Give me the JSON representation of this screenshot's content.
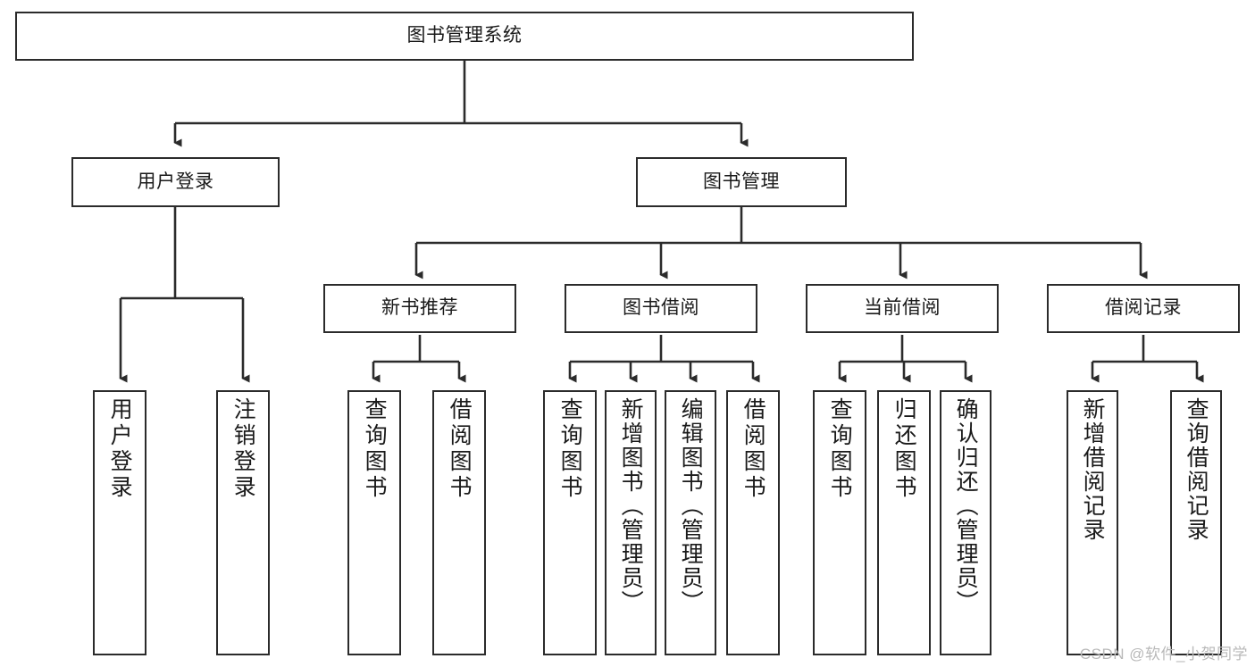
{
  "diagram": {
    "title": "图书管理系统",
    "type": "tree-hierarchy-diagram",
    "watermark": "CSDN @软件_小贺同学",
    "colors": {
      "border": "#2b2b2b",
      "background": "#ffffff",
      "text": "#1a1a1a",
      "watermark": "#b9b9b9"
    },
    "levels": {
      "level1": [
        "图书管理系统"
      ],
      "level2": [
        "用户登录",
        "图书管理"
      ],
      "level3": [
        "新书推荐",
        "图书借阅",
        "当前借阅",
        "借阅记录"
      ],
      "level4": [
        "用户登录",
        "注销登录",
        "查询图书",
        "借阅图书",
        "查询图书",
        "新增图书（管理员）",
        "编辑图书（管理员）",
        "借阅图书",
        "查询图书",
        "归还图书",
        "确认归还（管理员）",
        "新增借阅记录",
        "查询借阅记录"
      ]
    },
    "nodes": {
      "root": {
        "label": "图书管理系统"
      },
      "user_login": {
        "label": "用户登录"
      },
      "book_mgmt": {
        "label": "图书管理"
      },
      "new_book_rec": {
        "label": "新书推荐"
      },
      "book_borrow": {
        "label": "图书借阅"
      },
      "current_borrow": {
        "label": "当前借阅"
      },
      "borrow_record": {
        "label": "借阅记录"
      },
      "leaf_user_login": {
        "label": "用户登录"
      },
      "leaf_logout": {
        "label": "注销登录"
      },
      "leaf_query_book_1": {
        "label": "查询图书"
      },
      "leaf_borrow_book_1": {
        "label": "借阅图书"
      },
      "leaf_query_book_2": {
        "label": "查询图书"
      },
      "leaf_add_book": {
        "label": "新增图书（管理员）"
      },
      "leaf_edit_book": {
        "label": "编辑图书（管理员）"
      },
      "leaf_borrow_book_2": {
        "label": "借阅图书"
      },
      "leaf_query_book_3": {
        "label": "查询图书"
      },
      "leaf_return_book": {
        "label": "归还图书"
      },
      "leaf_confirm_return": {
        "label": "确认归还（管理员）"
      },
      "leaf_add_record": {
        "label": "新增借阅记录"
      },
      "leaf_query_record": {
        "label": "查询借阅记录"
      }
    }
  }
}
